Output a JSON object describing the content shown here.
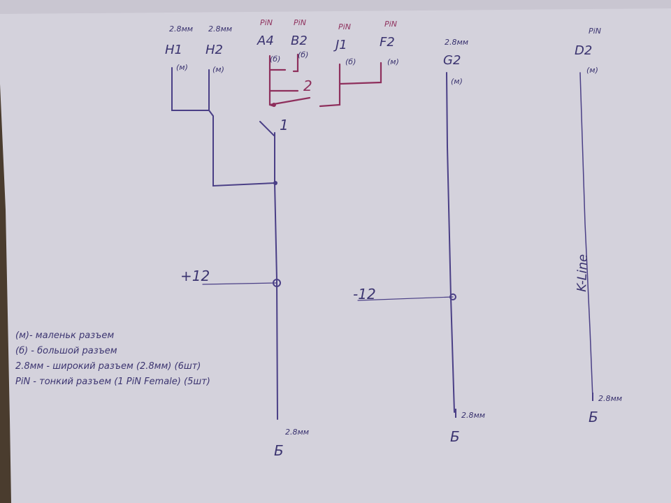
{
  "colors": {
    "paper": "#d7d5de",
    "ink_blue": "#4a3f86",
    "ink_red": "#8e2f5c",
    "table_wood": "#4a3c2e"
  },
  "connectors": {
    "h1": {
      "size": "2.8мм",
      "name": "H1",
      "type": "(м)"
    },
    "h2": {
      "size": "2.8мм",
      "name": "H2",
      "type": "(м)"
    },
    "a4": {
      "size": "PiN",
      "name": "A4",
      "type": "(б)"
    },
    "b2": {
      "size": "PiN",
      "name": "B2",
      "type": "(б)"
    },
    "j1": {
      "size": "PiN",
      "name": "J1",
      "type": "(б)"
    },
    "f2": {
      "size": "PiN",
      "name": "F2",
      "type": "(м)"
    },
    "g2": {
      "size": "2.8мм",
      "name": "G2",
      "type": "(м)"
    },
    "d2": {
      "size": "PiN",
      "name": "D2",
      "type": "(м)"
    }
  },
  "switch_labels": {
    "s1": "1",
    "s2": "2"
  },
  "power": {
    "plus": "+12",
    "minus": "-12"
  },
  "kline": "K-Line",
  "bottoms": {
    "b1": {
      "size": "2.8мм",
      "type": "Б"
    },
    "b2": {
      "size": "2.8мм",
      "type": "Б"
    },
    "b3": {
      "size": "2.8мм",
      "type": "Б"
    }
  },
  "legend": {
    "line1": "(м)- маленьк разъем",
    "line2": "(б) - большой разъем",
    "line3": "2.8мм - широкий разъем (2.8мм) (6шт)",
    "line4": "PiN - тонкий разъем (1 PiN Female) (5шт)"
  }
}
